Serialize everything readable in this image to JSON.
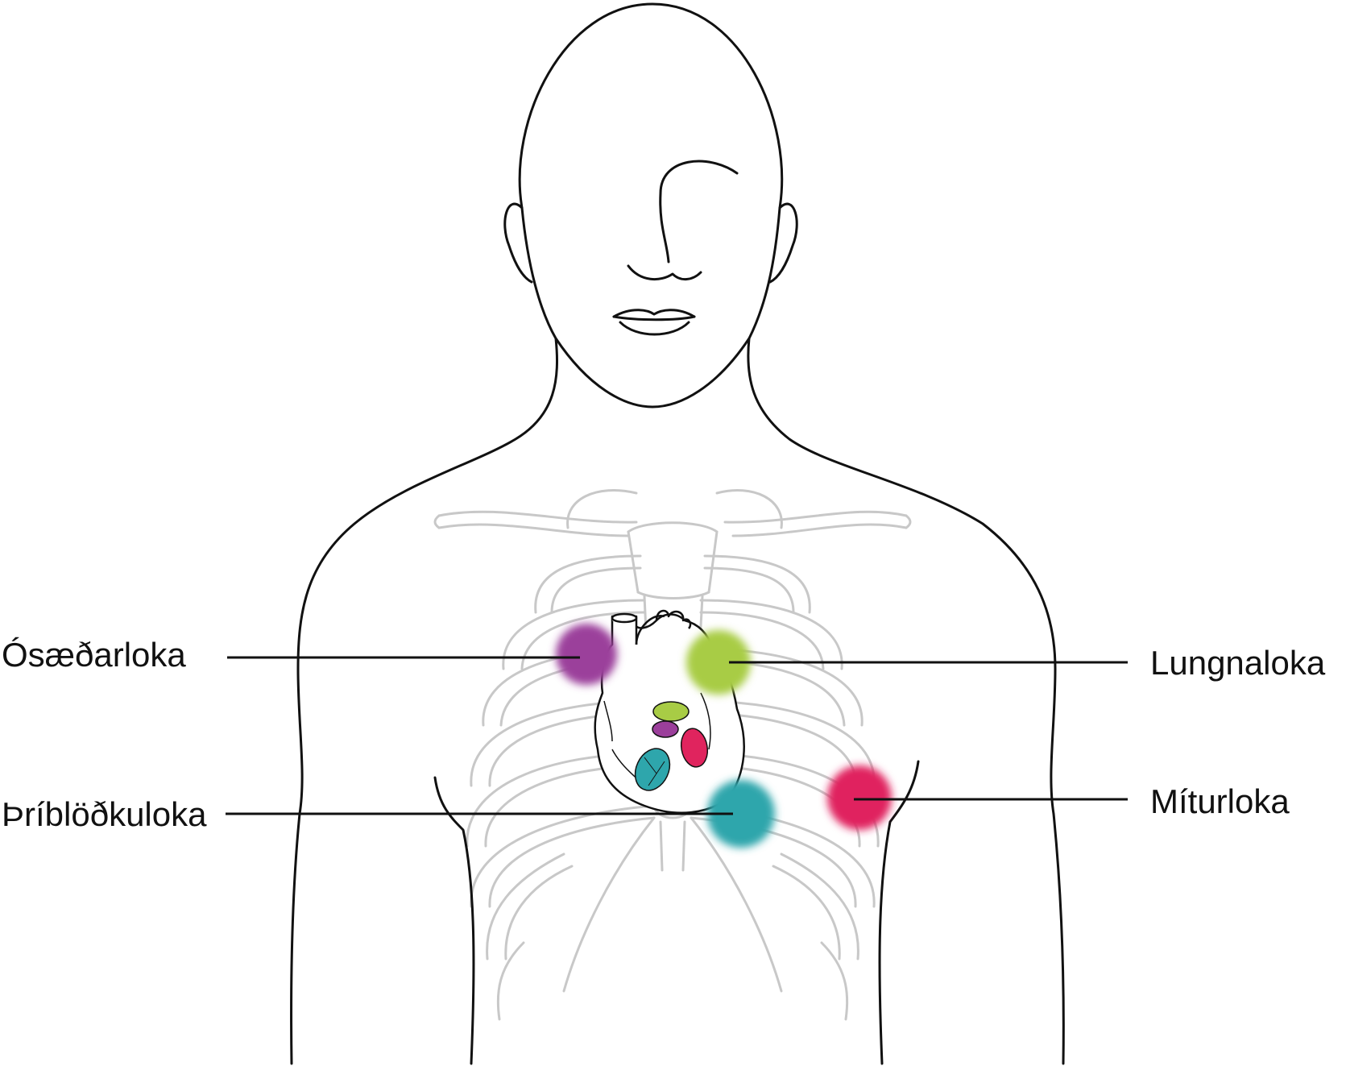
{
  "labels": {
    "aortic": "Ósæðarloka",
    "pulmonary": "Lungnaloka",
    "tricuspid": "Þríblöðkuloka",
    "mitral": "Míturloka"
  },
  "colors": {
    "aortic": "#9b3f9b",
    "pulmonary": "#a8cc45",
    "tricuspid": "#2ea6ac",
    "mitral": "#e0245e",
    "outline": "#111111",
    "skeleton": "#c8c8c8"
  }
}
